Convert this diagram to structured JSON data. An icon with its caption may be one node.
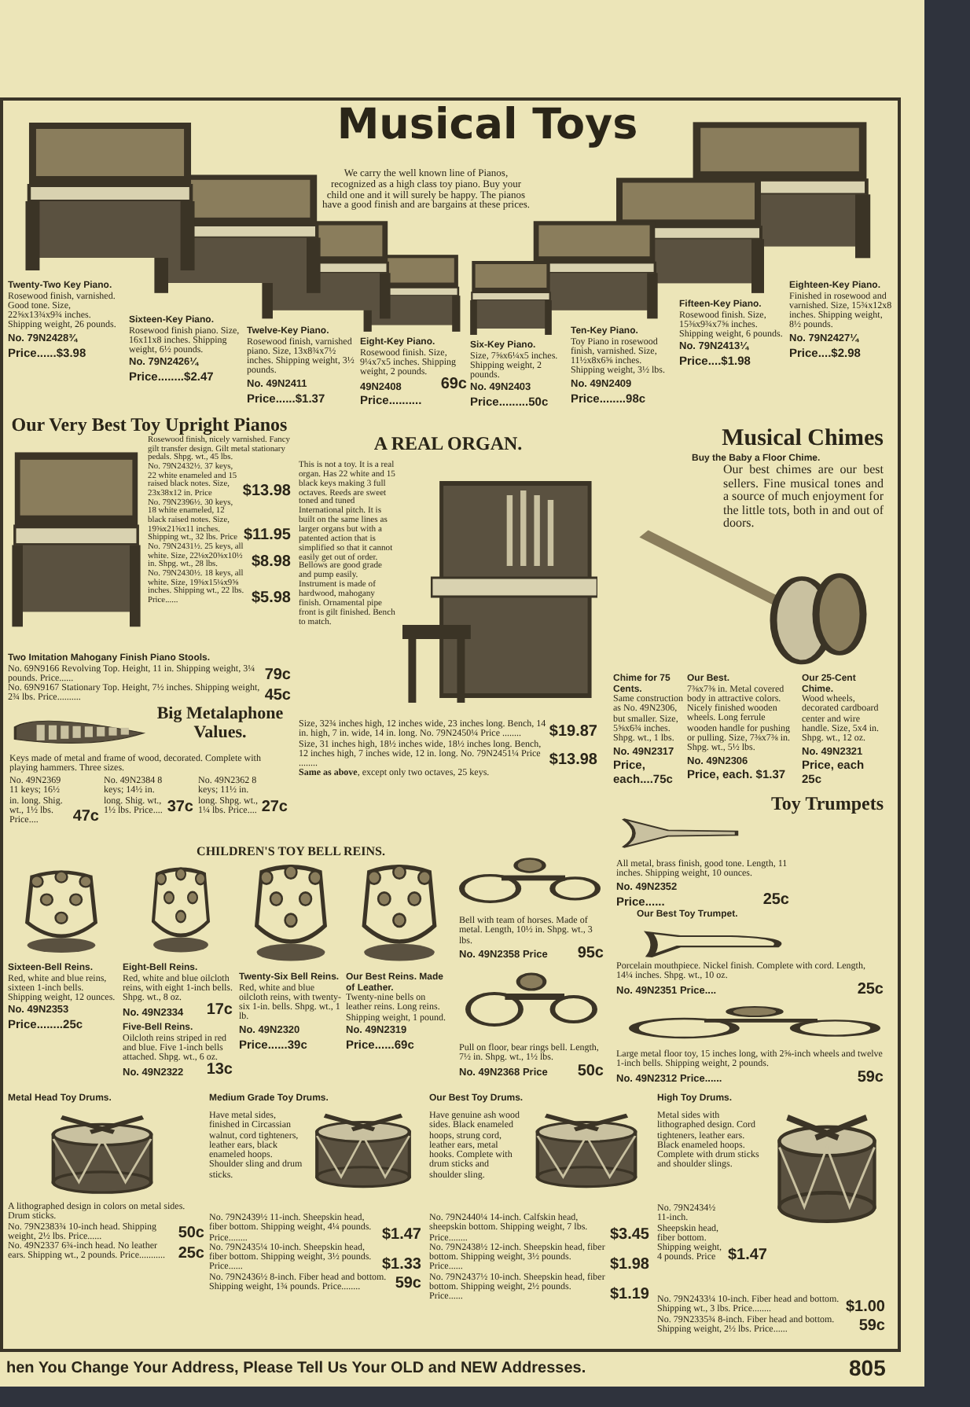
{
  "diagram": {
    "title": "Musical Toys",
    "labels": [
      "We carry the well known line of Pianos, recognized as a high class toy piano. Buy your child one and it will surely be happy. The pianos have a good finish and are bargains at these prices.",
      "Twenty-Two Key Piano.",
      "Rosewood finish, varnished. Good tone. Size, 22⅝x13¾x9¾ inches. Shipping weight, 26 pounds.",
      "No. 79N2428¾",
      "Price......$3.98",
      "Sixteen-Key Piano.",
      "Rosewood finish piano. Size, 16x11x8 inches. Shipping weight, 6½ pounds.",
      "No. 79N2426¼",
      "Price........$2.47",
      "Twelve-Key Piano.",
      "Rosewood finish, varnished piano. Size, 13x8¾x7½ inches. Shipping weight, 3½ pounds.",
      "No. 49N2411",
      "Price......$1.37",
      "Eight-Key Piano.",
      "Rosewood finish. Size, 9¼x7x5 inches. Shipping weight, 2 pounds.",
      "49N2408",
      "69c",
      "Price..........",
      "Six-Key Piano.",
      "Size, 7⅝x6¼x5 inches. Shipping weight, 2 pounds.",
      "No. 49N2403",
      "Price.........50c",
      "Ten-Key Piano.",
      "Toy Piano in rosewood finish, varnished. Size, 11½x8x6⅝ inches. Shipping weight, 3½ lbs.",
      "No. 49N2409",
      "Price........98c",
      "Fifteen-Key Piano.",
      "Rosewood finish. Size, 15⅜x9¾x7⅝ inches. Shipping weight, 6 pounds.",
      "No. 79N2413¼",
      "Price....$1.98",
      "Eighteen-Key Piano.",
      "Finished in rosewood and varnished. Size, 15¾x12x8 inches. Shipping weight, 8½ pounds.",
      "No. 79N2427¼",
      "Price....$2.98",
      "Our Very Best Toy Upright Pianos",
      "Rosewood finish, nicely varnished. Fancy gilt transfer design. Gilt metal stationary pedals. Shpg. wt., 45 lbs.",
      "No. 79N2432½. 37 keys, 22 white enameled and 15 raised black notes. Size, 23x38x12 in. Price",
      "$13.98",
      "No. 79N2396½. 30 keys, 18 white enameled, 12 black raised notes. Size, 19⅝x21⅝x11 inches. Shipping wt., 32 lbs. Price",
      "$11.95",
      "No. 79N2431½. 25 keys, all white. Size, 22⅛x20⅜x10½ in. Shpg. wt., 28 lbs.",
      "$8.98",
      "No. 79N2430½. 18 keys, all white. Size, 19⅜x15¼x9⅝ inches. Shipping wt., 22 lbs. Price......",
      "$5.98",
      "Two Imitation Mahogany Finish Piano Stools.",
      "No. 69N9166 Revolving Top. Height, 11 in. Shipping weight, 3¼ pounds. Price......",
      "79c",
      "No. 69N9167 Stationary Top. Height, 7½ inches. Shipping weight, 2¾ lbs. Price..........",
      "45c",
      "Big Metalaphone Values.",
      "Keys made of metal and frame of wood, decorated. Complete with playing hammers. Three sizes.",
      "No. 49N2369 11 keys; 16½ in. long. Shig. wt., 1½ lbs. Price....",
      "47c",
      "No. 49N2384 8 keys; 14½ in. long. Shig. wt., 1½ lbs. Price....",
      "37c",
      "No. 49N2362 8 keys; 11½ in. long. Shpg. wt., 1¼ lbs. Price....",
      "27c",
      "A REAL ORGAN.",
      "This is not a toy. It is a real organ. Has 22 white and 15 black keys making 3 full octaves. Reeds are sweet toned and tuned International pitch. It is built on the same lines as larger organs but with a patented action that is simplified so that it cannot easily get out of order. Bellows are good grade and pump easily. Instrument is made of hardwood, mahogany finish. Ornamental pipe front is gilt finished. Bench to match.",
      "Size, 32¾ inches high, 12 inches wide, 23 inches long. Bench, 14 in. high, 7 in. wide, 14 in. long. No. 79N2450¼ Price ........",
      "$19.87",
      "Size, 31 inches high, 18½ inches wide, 18½ inches long. Bench, 12 inches high, 7 inches wide, 12 in. long. No. 79N2451¼ Price ........",
      "$13.98",
      "**Same as above**, except only two octaves, 25 keys.",
      "Musical Chimes",
      "Buy the Baby a Floor Chime.",
      "Our best chimes are our best sellers. Fine musical tones and a source of much enjoyment for the little tots, both in and out of doors.",
      "Chime for 75 Cents.",
      "Same construction as No. 49N2306, but smaller. Size, 5⅝x6¾ inches. Shpg. wt., 1 lbs.",
      "No. 49N2317",
      "Price, each....75c",
      "Our Best.",
      "7⅜x7⅜ in. Metal covered body in attractive colors. Nicely finished wooden wheels. Long ferrule wooden handle for pushing or pulling. Size, 7⅜x7⅜ in. Shpg. wt., 5½ lbs.",
      "No. 49N2306",
      "Price, each. $1.37",
      "Our 25-Cent Chime.",
      "Wood wheels, decorated cardboard center and wire handle. Size, 5x4 in. Shpg. wt., 12 oz.",
      "No. 49N2321",
      "Price, each 25c",
      "Toy Trumpets",
      "All metal, brass finish, good tone. Length, 11 inches. Shipping weight, 10 ounces.",
      "No. 49N2352",
      "Price......",
      "25c",
      "Our Best Toy Trumpet.",
      "Porcelain mouthpiece. Nickel finish. Complete with cord. Length, 14¼ inches. Shpg. wt., 10 oz.",
      "No. 49N2351 Price....",
      "25c",
      "Large metal floor toy, 15 inches long, with 2⅝-inch wheels and twelve 1-inch bells. Shipping weight, 2 pounds.",
      "No. 49N2312 Price......",
      "59c",
      "Bell with team of horses. Made of metal. Length, 10½ in. Shpg. wt., 3 lbs.",
      "No. 49N2358 Price",
      "95c",
      "Pull on floor, bear rings bell. Length, 7½ in. Shpg. wt., 1½ lbs.",
      "No. 49N2368 Price",
      "50c",
      "CHILDREN'S TOY BELL REINS.",
      "Sixteen-Bell Reins.",
      "Red, white and blue reins, sixteen 1-inch bells. Shipping weight, 12 ounces.",
      "No. 49N2353",
      "Price........25c",
      "Eight-Bell Reins.",
      "Red, white and blue oilcloth reins, with eight 1-inch bells. Shpg. wt., 8 oz.",
      "No. 49N2334",
      "17c",
      "Five-Bell Reins.",
      "Oilcloth reins striped in red and blue. Five 1-inch bells attached. Shpg. wt., 6 oz.",
      "No. 49N2322",
      "13c",
      "Twenty-Six Bell Reins.",
      "Red, white and blue oilcloth reins, with twenty-six 1-in. bells. Shpg. wt., 1 lb.",
      "No. 49N2320",
      "Price......39c",
      "Our Best Reins. Made of Leather.",
      "Twenty-nine bells on leather reins. Long reins. Shipping weight, 1 pound.",
      "No. 49N2319",
      "Price......69c",
      "Metal Head Toy Drums.",
      "A lithographed design in colors on metal sides. Drum sticks.",
      "No. 79N2383¾ 10-inch head. Shipping weight, 2½ lbs. Price......",
      "50c",
      "No. 49N2337 6¾-inch head. No leather ears. Shipping wt., 2 pounds. Price...........",
      "25c",
      "Medium Grade Toy Drums.",
      "Have metal sides, finished in Circassian walnut, cord tighteners, leather ears, black enameled hoops. Shoulder sling and drum sticks.",
      "No. 79N2439½ 11-inch. Sheepskin head, fiber bottom. Shipping weight, 4¼ pounds. Price........",
      "$1.47",
      "No. 79N2435¼ 10-inch. Sheepskin head, fiber bottom. Shipping weight, 3½ pounds. Price......",
      "$1.33",
      "No. 79N2436½ 8-inch. Fiber head and bottom. Shipping weight, 1¾ pounds. Price........",
      "59c",
      "Our Best Toy Drums.",
      "Have genuine ash wood sides. Black enameled hoops, strung cord, leather ears, metal hooks. Complete with drum sticks and shoulder sling.",
      "No. 79N2440¼ 14-inch. Calfskin head, sheepskin bottom. Shipping weight, 7 lbs. Price........",
      "$3.45",
      "No. 79N2438½ 12-inch. Sheepskin head, fiber bottom. Shipping weight, 3½ pounds. Price......",
      "$1.98",
      "No. 79N2437½ 10-inch. Sheepskin head, fiber bottom. Shipping weight, 2½ pounds. Price......",
      "$1.19",
      "High Toy Drums.",
      "Metal sides with lithographed design. Cord tighteners, leather ears. Black enameled hoops. Complete with drum sticks and shoulder slings.",
      "No. 79N2434½ 11-inch. Sheepskin head, fiber bottom. Shipping weight, 4 pounds. Price",
      "$1.47",
      "No. 79N2433¼ 10-inch. Fiber head and bottom. Shipping wt., 3 lbs. Price........",
      "$1.00",
      "No. 79N2335¾ 8-inch. Fiber head and bottom. Shipping weight, 2½ lbs. Price......",
      "59c",
      "hen You Change Your Address, Please Tell Us Your OLD and NEW Addresses.",
      "805"
    ]
  }
}
